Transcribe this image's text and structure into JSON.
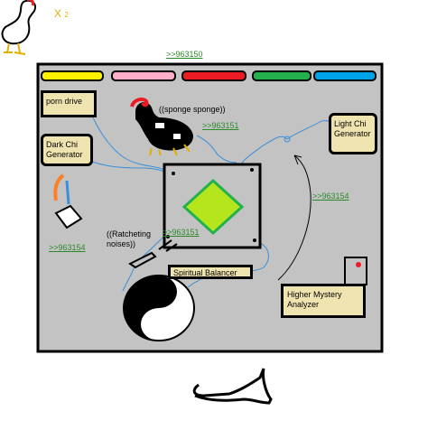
{
  "multiplier": "X",
  "multiplier_count": "2",
  "colors": {
    "panel": "#c3c3c3",
    "box_fill": "#efe4b0",
    "link": "#2a8a2a",
    "wire": "#3a8fd9",
    "diamond": "#b5e61d",
    "bar_colors": [
      "#fff200",
      "#ffaec9",
      "#ed1c24",
      "#22b14c",
      "#00a2e8"
    ]
  },
  "links": {
    "top": ">>963150",
    "chicken": ">>963151",
    "center": ">>963151",
    "right": ">>963154",
    "left": ">>963154"
  },
  "labels": {
    "porn_drive": "porn drive",
    "dark_chi": "Dark Chi Generator",
    "light_chi": "Light Chi Generator",
    "sponge": "((sponge sponge))",
    "ratchet": "((Ratcheting noises))",
    "balancer": "Spiritual Balancer",
    "analyzer": "Higher Mystery Analyzer"
  },
  "icons": [
    "chicken-icon",
    "yin-yang-icon",
    "wrench-icon",
    "flask-icon",
    "diamond-icon",
    "lamp-icon"
  ]
}
